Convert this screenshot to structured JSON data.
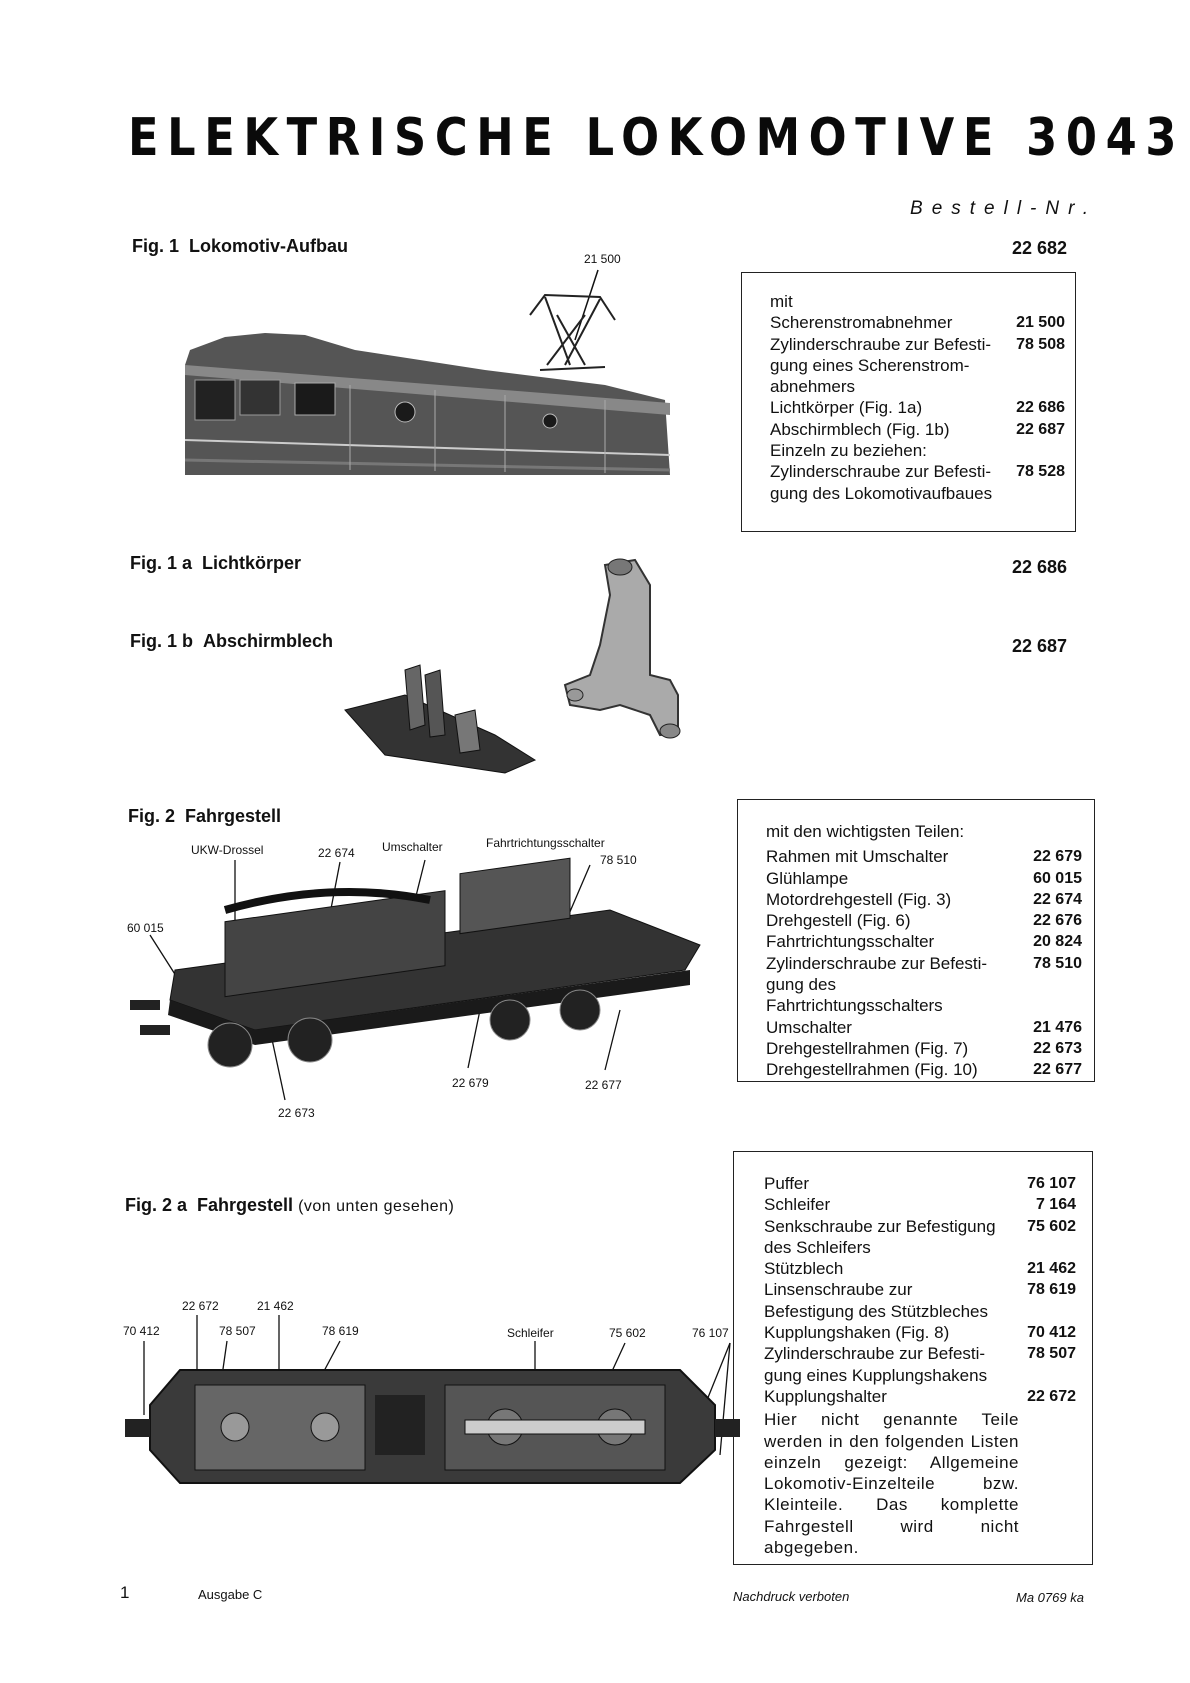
{
  "title": "ELEKTRISCHE LOKOMOTIVE 3043",
  "bestell_label": "Bestell-Nr.",
  "fig1": {
    "label": "Fig. 1",
    "name": "Lokomotiv-Aufbau",
    "number": "22 682",
    "callout": "21 500",
    "box_intro": "mit",
    "parts": [
      {
        "name": "Scherenstromabnehmer",
        "nr": "21 500"
      },
      {
        "name": "Zylinderschraube zur Befesti-gung eines Scherenstrom-abnehmers",
        "nr": "78 508"
      },
      {
        "name": "Lichtkörper (Fig. 1a)",
        "nr": "22 686"
      },
      {
        "name": "Abschirmblech (Fig. 1b)",
        "nr": "22 687"
      }
    ],
    "separate_heading": "Einzeln zu beziehen:",
    "separate_parts": [
      {
        "name": "Zylinderschraube zur Befesti-gung des Lokomotivaufbaues",
        "nr": "78 528"
      }
    ]
  },
  "fig1a": {
    "label": "Fig. 1 a",
    "name": "Lichtkörper",
    "number": "22 686"
  },
  "fig1b": {
    "label": "Fig. 1 b",
    "name": "Abschirmblech",
    "number": "22 687"
  },
  "fig2": {
    "label": "Fig. 2",
    "name": "Fahrgestell",
    "callouts": {
      "ukw": "UKW-Drossel",
      "n22674": "22 674",
      "umschalter": "Umschalter",
      "fahrtrichtung": "Fahrtrichtungsschalter",
      "n78510": "78 510",
      "n60015": "60 015",
      "n22679": "22 679",
      "n22677": "22 677",
      "n22673": "22 673"
    },
    "box_intro": "mit den wichtigsten Teilen:",
    "parts": [
      {
        "name": "Rahmen mit Umschalter",
        "nr": "22 679"
      },
      {
        "name": "Glühlampe",
        "nr": "60 015"
      },
      {
        "name": "Motordrehgestell (Fig. 3)",
        "nr": "22 674"
      },
      {
        "name": "Drehgestell (Fig. 6)",
        "nr": "22 676"
      },
      {
        "name": "Fahrtrichtungsschalter",
        "nr": "20 824"
      },
      {
        "name": "Zylinderschraube zur Befesti-gung des Fahrtrichtungsschalters",
        "nr": "78 510"
      },
      {
        "name": "Umschalter",
        "nr": "21 476"
      },
      {
        "name": "Drehgestellrahmen (Fig. 7)",
        "nr": "22 673"
      },
      {
        "name": "Drehgestellrahmen (Fig. 10)",
        "nr": "22 677"
      }
    ]
  },
  "fig2a": {
    "label": "Fig. 2 a",
    "name": "Fahrgestell",
    "sub": "(von unten gesehen)",
    "callouts": {
      "n22672": "22 672",
      "n21462": "21 462",
      "n70412": "70 412",
      "n78507": "78 507",
      "n78619": "78 619",
      "schleifer": "Schleifer",
      "n75602": "75 602",
      "n76107": "76 107"
    },
    "parts": [
      {
        "name": "Puffer",
        "nr": "76 107"
      },
      {
        "name": "Schleifer",
        "nr": "7 164"
      },
      {
        "name": "Senkschraube zur Befestigung des Schleifers",
        "nr": "75 602"
      },
      {
        "name": "Stützblech",
        "nr": "21 462"
      },
      {
        "name": "Linsenschraube zur Befestigung des Stützbleches",
        "nr": "78 619"
      },
      {
        "name": "Kupplungshaken (Fig. 8)",
        "nr": "70 412"
      },
      {
        "name": "Zylinderschraube zur Befesti-gung eines Kupplungshakens",
        "nr": "78 507"
      },
      {
        "name": "Kupplungshalter",
        "nr": "22 672"
      }
    ],
    "note": "Hier nicht genannte Teile werden in den folgenden Listen einzeln gezeigt: Allgemeine Lokomotiv-Einzelteile bzw. Kleinteile. Das komplette Fahrgestell wird nicht abgegeben."
  },
  "footer": {
    "page": "1",
    "edition": "Ausgabe C",
    "notice": "Nachdruck verboten",
    "code": "Ma 0769 ka"
  }
}
